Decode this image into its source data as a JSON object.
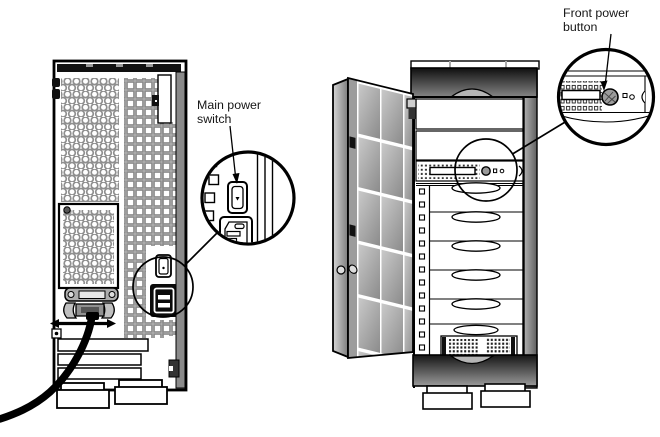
{
  "diagram": {
    "kind": "hardware-illustration",
    "views": {
      "rear": {
        "name": "rear-view-tower"
      },
      "front": {
        "name": "front-view-tower-door-open"
      }
    },
    "labels": {
      "main_power_switch": {
        "line1": "Main power",
        "line2": "switch",
        "full": "Main power switch"
      },
      "front_power_button": {
        "line1": "Front power",
        "line2": "button",
        "full": "Front power button"
      }
    },
    "callouts": [
      {
        "id": "main-power-switch",
        "label": "Main power switch",
        "view": "rear"
      },
      {
        "id": "front-power-button",
        "label": "Front power button",
        "view": "front"
      }
    ],
    "colors": {
      "outline": "#000000",
      "background": "#ffffff",
      "vent_gray": "#8a8a8a",
      "panel_gray": "#9c9c9c",
      "bezel_dark": "#101010",
      "bezel_light": "#9a9a9a",
      "button_gray": "#9c9c9c",
      "text": "#161616"
    }
  }
}
